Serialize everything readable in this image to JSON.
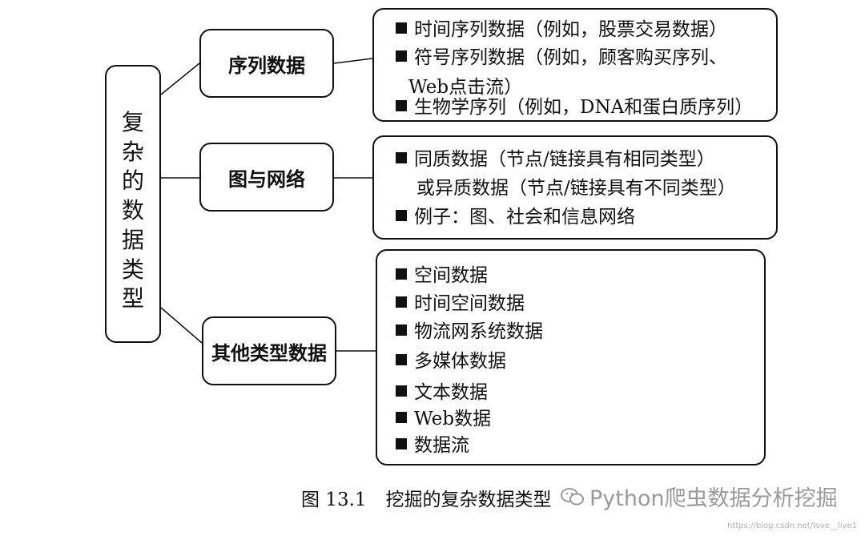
{
  "root_label": "复杂的数据类型",
  "categories": [
    "序列数据",
    "图与网络",
    "其他类型数据"
  ],
  "details": {
    "sequence": {
      "items": [
        "时间序列数据（例如，股票交易数据）",
        "符号序列数据（例如，顾客购买序列、",
        "生物学序列（例如，DNA和蛋白质序列）"
      ],
      "continuation": "Web点击流）"
    },
    "graph": {
      "items": [
        "同质数据（节点/链接具有相同类型）",
        "例子：图、社会和信息网络"
      ],
      "continuation": "或异质数据（节点/链接具有不同类型）"
    },
    "other": {
      "items": [
        "空间数据",
        "时间空间数据",
        "物流网系统数据",
        "多媒体数据",
        "文本数据",
        "Web数据",
        "数据流"
      ]
    }
  },
  "caption": {
    "number": "图 13.1",
    "text": "挖掘的复杂数据类型"
  },
  "watermark": "Python爬虫数据分析挖掘",
  "url": "https://blog.csdn.net/love__live1"
}
